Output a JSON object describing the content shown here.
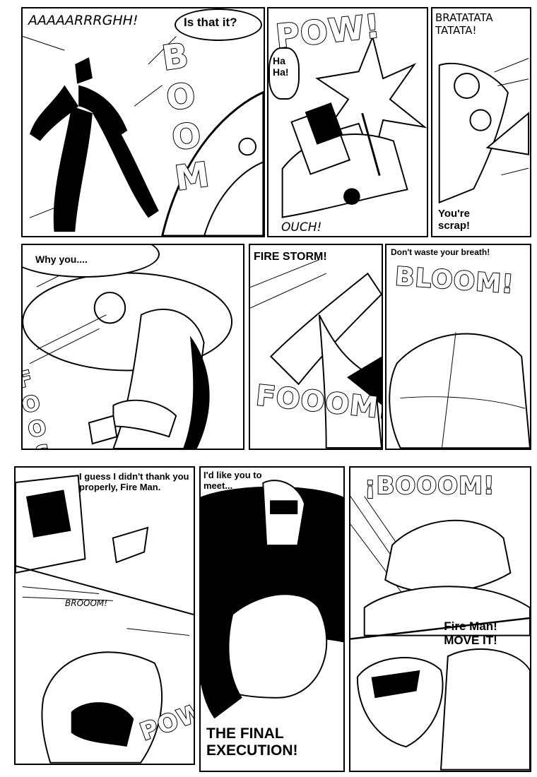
{
  "row1": {
    "p1": {
      "sfx_scream": "AAAAARRRGHH!",
      "speech": "Is that it?",
      "sfx_boom": "BOOM"
    },
    "p2": {
      "sfx_pow": "POW!",
      "speech": "Ha Ha!",
      "sfx_ouch": "OUCH!"
    },
    "p3": {
      "sfx_gun": "BRATATATA TATATA!",
      "speech": "You're scrap!"
    }
  },
  "row2": {
    "p4": {
      "speech": "Why you....",
      "sfx_foosh": "FOOSH!!"
    },
    "p5": {
      "caption": "FIRE STORM!",
      "sfx_fooom": "FOOOM!"
    },
    "p6": {
      "speech": "Don't waste your breath!",
      "sfx_bloom": "BLOOM!"
    }
  },
  "row3": {
    "p7": {
      "speech": "I guess I didn't thank you properly, Fire Man.",
      "sfx_brooom": "BROOOM!",
      "sfx_pow": "POW"
    },
    "p8": {
      "speech": "I'd like you to meet...",
      "caption": "THE FINAL EXECUTION!"
    },
    "p9": {
      "sfx_booom": "¡BOOOM!",
      "speech": "Fire Man! MOVE IT!"
    }
  }
}
